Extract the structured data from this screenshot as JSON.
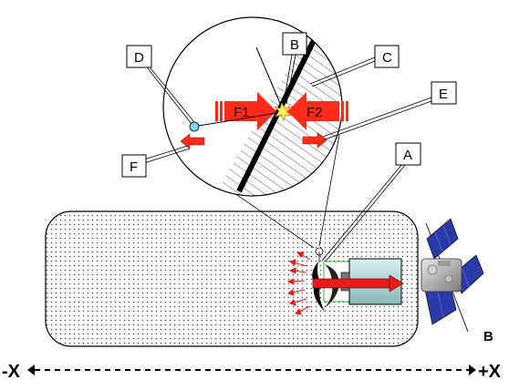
{
  "labels": {
    "a": "A",
    "b": "B",
    "c": "C",
    "d": "D",
    "e": "E",
    "f": "F"
  },
  "forces": {
    "f1": "F1",
    "f2": "F2"
  },
  "corner_label": "B",
  "axis": {
    "minus": "-X",
    "plus": "+X"
  },
  "colors": {
    "force_arrow": "#ff2a1a",
    "particle": "#7fd8e8",
    "sample": "#b0d8d8",
    "solar_panel": "#2a3aa8"
  }
}
